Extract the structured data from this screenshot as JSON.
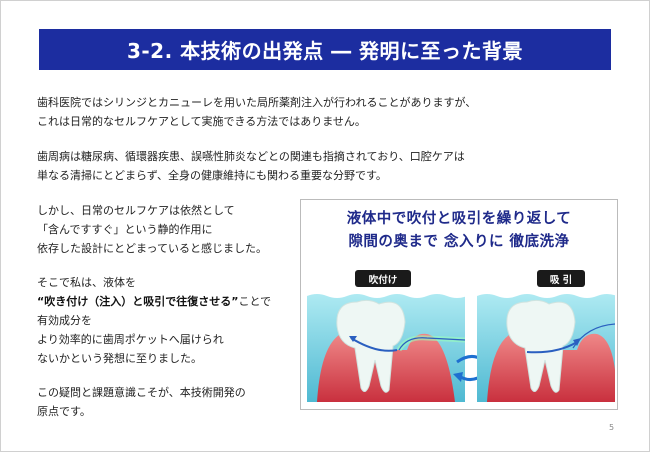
{
  "title": "3-2.  本技術の出発点 ― 発明に至った背景",
  "paragraphs": {
    "p1": [
      "歯科医院ではシリンジとカニューレを用いた局所薬剤注入が行われることがありますが、",
      "これは日常的なセルフケアとして実施できる方法ではありません。"
    ],
    "p2": [
      "歯周病は糖尿病、循環器疾患、誤嚥性肺炎などとの関連も指摘されており、口腔ケアは",
      "単なる清掃にとどまらず、全身の健康維持にも関わる重要な分野です。"
    ],
    "p3": [
      "しかし、日常のセルフケアは依然として",
      "「含んですすぐ」という静的作用に",
      "依存した設計にとどまっていると感じました。"
    ],
    "p4": {
      "line1": "そこで私は、液体を",
      "bold": "“吹き付け（注入）と吸引で往復させる”",
      "line2_rest": "ことで",
      "lines": [
        "有効成分を",
        "より効率的に歯周ポケットへ届けられ",
        "ないかという発想に至りました。"
      ]
    },
    "p5": [
      "この疑問と課題意識こそが、本技術開発の",
      "原点です。"
    ]
  },
  "figure": {
    "title_lines": [
      "液体中で吹付と吸引を繰り返して",
      "隙間の奥まで 念入りに 徹底洗浄"
    ],
    "label_left": "吹付け",
    "label_right": "吸 引",
    "icons": {
      "cycle": "cycle-arrows-icon"
    }
  },
  "page_number": "5",
  "colors": {
    "title_bar": "#1c2da0",
    "figure_title": "#1f2a8a",
    "water": "#7fd6e6",
    "gum": "#d9505a"
  }
}
